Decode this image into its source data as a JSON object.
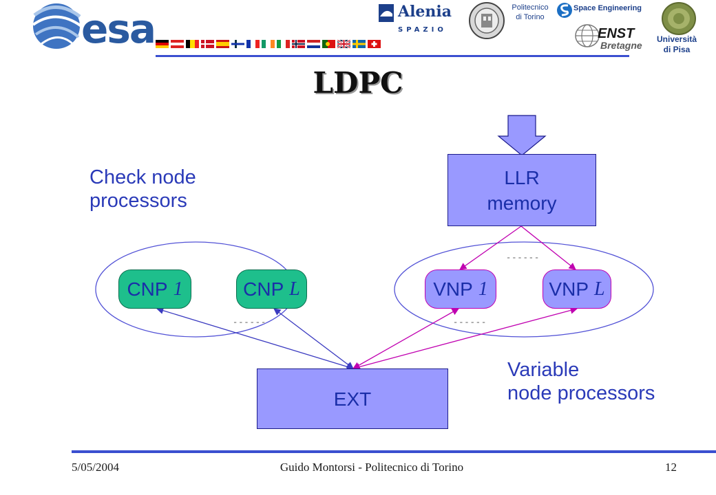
{
  "header": {
    "esa_logo": "esa",
    "alenia": "Alenia",
    "spazio": "SPAZIO",
    "polito": [
      "Politecnico",
      "di Torino"
    ],
    "space_engineering": "Space Engineering",
    "enst": "ENST",
    "bretagne": "Bretagne",
    "unipi": [
      "Università",
      "di Pisa"
    ]
  },
  "slide": {
    "title": "LDPC"
  },
  "diagram": {
    "check_label": [
      "Check node",
      "processors"
    ],
    "variable_label": [
      "Variable",
      "node processors"
    ],
    "llr_memory": [
      "LLR",
      "memory"
    ],
    "ext": "EXT",
    "cnp_first": {
      "name": "CNP",
      "index": "1"
    },
    "cnp_last": {
      "name": "CNP",
      "index": "L"
    },
    "vnp_first": {
      "name": "VNP",
      "index": "1"
    },
    "vnp_last": {
      "name": "VNP",
      "index": "L"
    },
    "dots": "------"
  },
  "footer": {
    "date": "5/05/2004",
    "author": "Guido Montorsi - Politecnico di Torino",
    "page": "12"
  },
  "colors": {
    "accent_blue": "#3a4fd0",
    "box_fill": "#9999ff",
    "cnp_fill": "#1ebf8c",
    "vnp_border": "#c000b0",
    "text_blue": "#1a2ea8"
  }
}
